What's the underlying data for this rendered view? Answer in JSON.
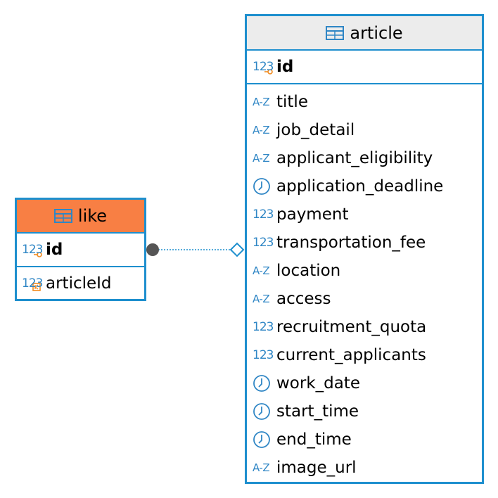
{
  "entities": {
    "like": {
      "name": "like",
      "header_color": "#f87f44",
      "border_color": "#1e8fce",
      "pk": {
        "name": "id",
        "type_icon": "number-key-icon"
      },
      "columns": [
        {
          "name": "articleId",
          "type_icon": "number-foreign-key-icon"
        }
      ]
    },
    "article": {
      "name": "article",
      "header_color": "#ececec",
      "border_color": "#1e8fce",
      "pk": {
        "name": "id",
        "type_icon": "number-key-icon"
      },
      "columns": [
        {
          "name": "title",
          "type_icon": "text-type-icon"
        },
        {
          "name": "job_detail",
          "type_icon": "text-type-icon"
        },
        {
          "name": "applicant_eligibility",
          "type_icon": "text-type-icon"
        },
        {
          "name": "application_deadline",
          "type_icon": "clock-icon"
        },
        {
          "name": "payment",
          "type_icon": "number-type-icon"
        },
        {
          "name": "transportation_fee",
          "type_icon": "number-type-icon"
        },
        {
          "name": "location",
          "type_icon": "text-type-icon"
        },
        {
          "name": "access",
          "type_icon": "text-type-icon"
        },
        {
          "name": "recruitment_quota",
          "type_icon": "number-type-icon"
        },
        {
          "name": "current_applicants",
          "type_icon": "number-type-icon"
        },
        {
          "name": "work_date",
          "type_icon": "clock-icon"
        },
        {
          "name": "start_time",
          "type_icon": "clock-icon"
        },
        {
          "name": "end_time",
          "type_icon": "clock-icon"
        },
        {
          "name": "image_url",
          "type_icon": "text-type-icon"
        }
      ]
    }
  },
  "icon_labels": {
    "text": "A-Z",
    "number": "123"
  },
  "relationship": {
    "from": "like",
    "to": "article",
    "line_color": "#1e8fce",
    "dot_color": "#555555"
  }
}
